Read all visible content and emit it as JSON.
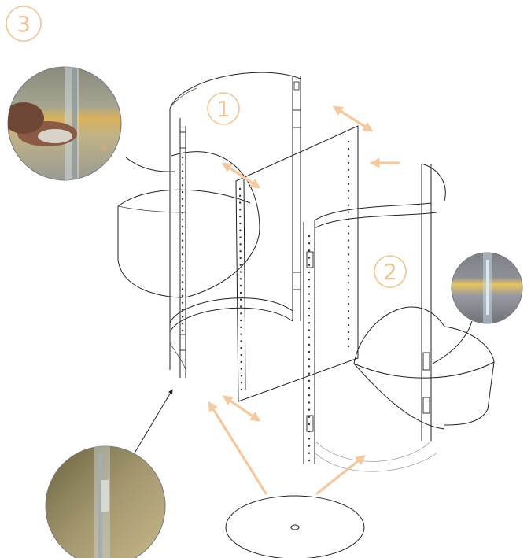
{
  "figure": {
    "labels": {
      "step1": "1",
      "step2": "2",
      "step3": "3"
    },
    "colors": {
      "accent_orange": "#f6c89c",
      "line": "#222222",
      "photo_yellow": "#e7c55a"
    },
    "photo_insets": [
      "hinge-pin-photo",
      "hinge-closeup-photo",
      "hinge-side-photo"
    ]
  }
}
